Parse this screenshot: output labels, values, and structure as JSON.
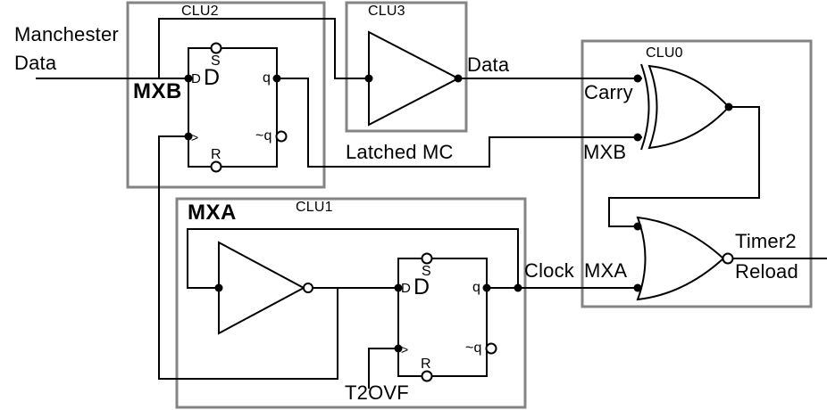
{
  "colors": {
    "background": "#ffffff",
    "wire": "#000000",
    "block_border": "#848484",
    "text": "#000000"
  },
  "external_labels": {
    "input_line1": "Manchester",
    "input_line2": "Data",
    "data_out": "Data",
    "latched_mc": "Latched MC",
    "clock": "Clock",
    "t2ovf": "T2OVF",
    "output_line1": "Timer2",
    "output_line2": "Reload"
  },
  "clu2": {
    "title": "CLU2",
    "mux_select": "MXB"
  },
  "clu3": {
    "title": "CLU3"
  },
  "clu0": {
    "title": "CLU0",
    "input_carry": "Carry",
    "input_mxb": "MXB",
    "input_mxa": "MXA"
  },
  "clu1": {
    "title": "CLU1",
    "mux_select": "MXA"
  },
  "flipflop_pins": {
    "set": "S",
    "data_pin": "D",
    "type_letter": "D",
    "q": "q",
    "q_bar": "~q",
    "clock_edge": ">",
    "reset": "R"
  }
}
